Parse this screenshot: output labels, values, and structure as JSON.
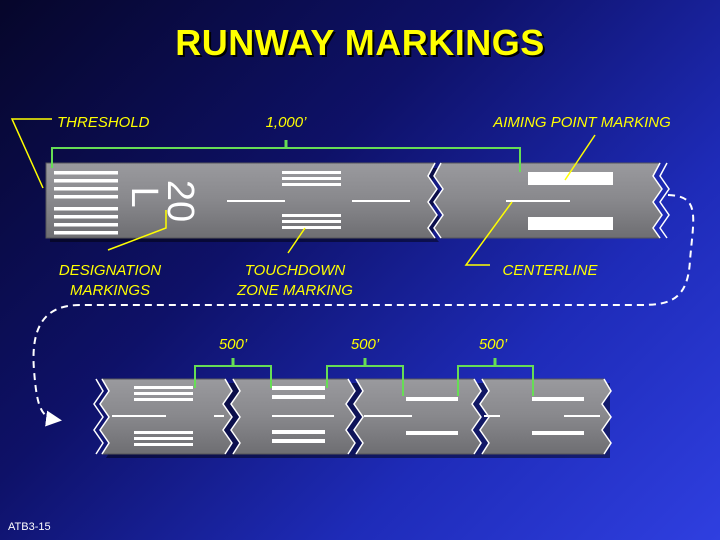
{
  "title": "RUNWAY MARKINGS",
  "labels": {
    "threshold": "THRESHOLD",
    "distance_top": "1,000’",
    "aiming_point": "AIMING POINT MARKING",
    "designation_line1": "DESIGNATION",
    "designation_line2": "MARKINGS",
    "touchdown_line1": "TOUCHDOWN",
    "touchdown_line2": "ZONE MARKING",
    "centerline": "CENTERLINE",
    "runway_number": "20",
    "runway_letter": "L",
    "spacing_1": "500’",
    "spacing_2": "500’",
    "spacing_3": "500’"
  },
  "footer": "ATB3-15",
  "colors": {
    "title": "#ffff00",
    "label_text": "#ffff00",
    "bracket": "#66dd55",
    "leader": "#ffff00",
    "runway": "#8a8a8e",
    "marking": "#ffffff"
  }
}
